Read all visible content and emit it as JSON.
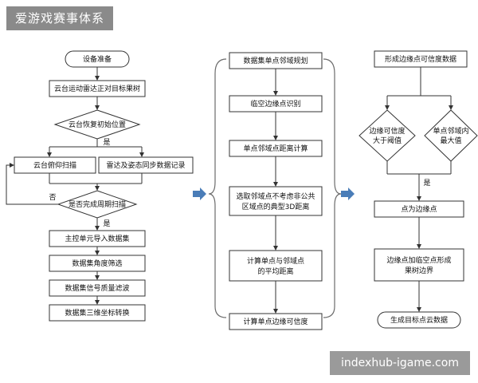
{
  "watermark_top": "爱游戏赛事体系",
  "watermark_bottom": "indexhub-igame.com",
  "colors": {
    "line": "#333333",
    "arrow": "#4a7db8",
    "bracket": "#6b6b6b",
    "text": "#111111"
  },
  "left": {
    "start": "设备准备",
    "step1": "云台运动雷达正对目标果树",
    "decision1": "云台恢复初始位置",
    "yes1": "是",
    "scan": "云台俯仰扫描",
    "sync": "雷达及姿态同步数据记录",
    "no": "否",
    "decision2": "是否完成周期扫描",
    "yes2": "是",
    "step2": "主控单元导入数据集",
    "step3": "数据集角度筛选",
    "step4": "数据集信号质量滤波",
    "step5": "数据集三维坐标转换"
  },
  "middle": {
    "step1": "数据集单点邻域规划",
    "step2": "临空边缘点识别",
    "step3": "单点邻域点距离计算",
    "step4_line1": "选取邻域点不考虑非公共",
    "step4_line2": "区域点的典型3D距离",
    "step5_line1": "计算单点与邻域点",
    "step5_line2": "的平均距离",
    "step6": "计算单点边缘可信度"
  },
  "right": {
    "step1": "形成边缘点可信度数据",
    "cond1_line1": "边缘可信度",
    "cond1_line2": "大于阈值",
    "cond2_line1": "单点邻域内",
    "cond2_line2": "最大值",
    "yes": "是",
    "step2": "点为边缘点",
    "step3_line1": "边缘点加临空点形成",
    "step3_line2": "果树边界",
    "end": "生成目标点云数据"
  }
}
